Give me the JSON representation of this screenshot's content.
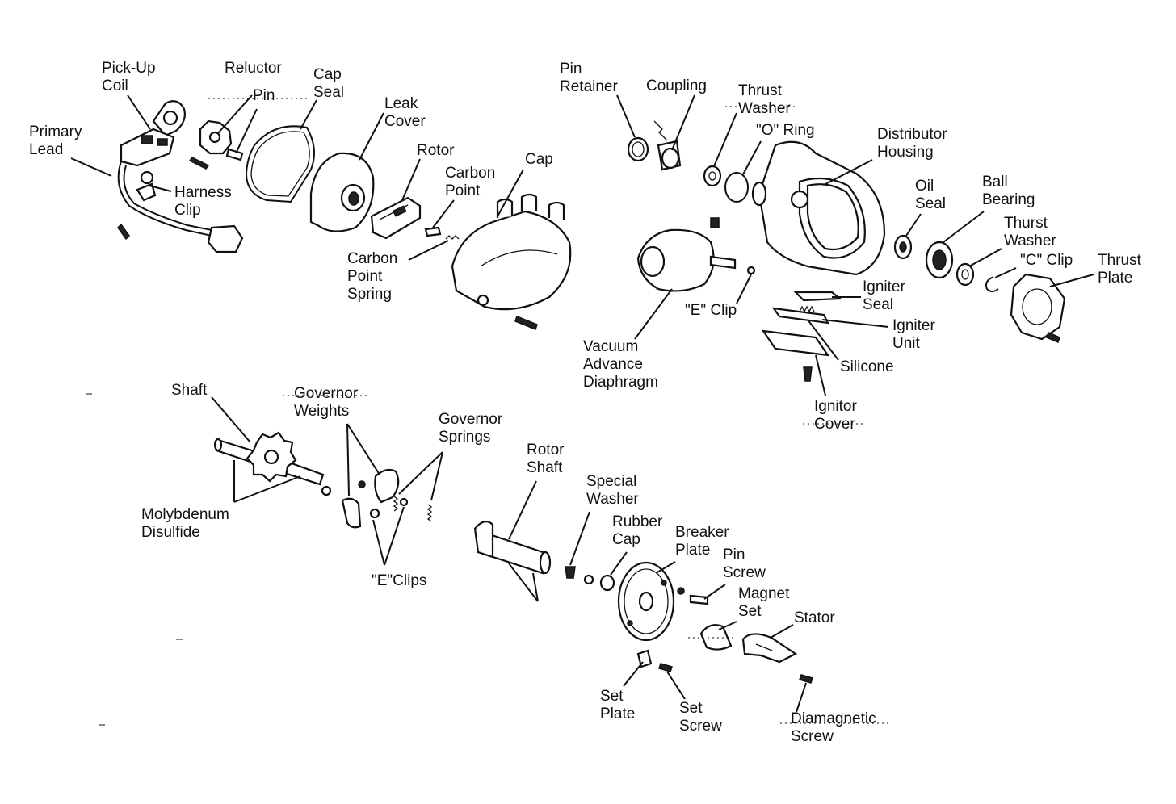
{
  "labels": {
    "pick_up_coil": [
      "Pick-Up",
      "Coil"
    ],
    "reluctor": "Reluctor",
    "pin": "Pin",
    "cap_seal": [
      "Cap",
      "Seal"
    ],
    "leak_cover": [
      "Leak",
      "Cover"
    ],
    "primary_lead": [
      "Primary",
      "Lead"
    ],
    "harness_clip": [
      "Harness",
      "Clip"
    ],
    "rotor": "Rotor",
    "carbon_point": [
      "Carbon",
      "Point"
    ],
    "cap": "Cap",
    "carbon_point_spring": [
      "Carbon",
      "Point",
      "Spring"
    ],
    "pin_retainer": [
      "Pin",
      "Retainer"
    ],
    "coupling": "Coupling",
    "thrust_washer_top": [
      "Thrust",
      "Washer"
    ],
    "o_ring": "\"O\" Ring",
    "distributor_housing": [
      "Distributor",
      "Housing"
    ],
    "oil_seal": [
      "Oil",
      "Seal"
    ],
    "ball_bearing": [
      "Ball",
      "Bearing"
    ],
    "thurst_washer": [
      "Thurst",
      "Washer"
    ],
    "c_clip": "\"C\" Clip",
    "thrust_plate": [
      "Thrust",
      "Plate"
    ],
    "igniter_seal": [
      "Igniter",
      "Seal"
    ],
    "e_clip": "\"E\" Clip",
    "igniter_unit": [
      "Igniter",
      "Unit"
    ],
    "vacuum_advance_diaphragm": [
      "Vacuum",
      "Advance",
      "Diaphragm"
    ],
    "silicone": "Silicone",
    "ignitor_cover": [
      "Ignitor",
      "Cover"
    ],
    "shaft": "Shaft",
    "governor_weights": [
      "Governor",
      "Weights"
    ],
    "governor_springs": [
      "Governor",
      "Springs"
    ],
    "molybdenum_disulfide": [
      "Molybdenum",
      "Disulfide"
    ],
    "e_clips": "\"E\"Clips",
    "rotor_shaft": [
      "Rotor",
      "Shaft"
    ],
    "special_washer": [
      "Special",
      "Washer"
    ],
    "rubber_cap": [
      "Rubber",
      "Cap"
    ],
    "breaker_plate": [
      "Breaker",
      "Plate"
    ],
    "pin_screw": [
      "Pin",
      "Screw"
    ],
    "magnet_set": [
      "Magnet",
      "Set"
    ],
    "stator": "Stator",
    "set_plate": [
      "Set",
      "Plate"
    ],
    "set_screw": [
      "Set",
      "Screw"
    ],
    "diamagnetic_screw": [
      "Diamagnetic",
      "Screw"
    ]
  }
}
